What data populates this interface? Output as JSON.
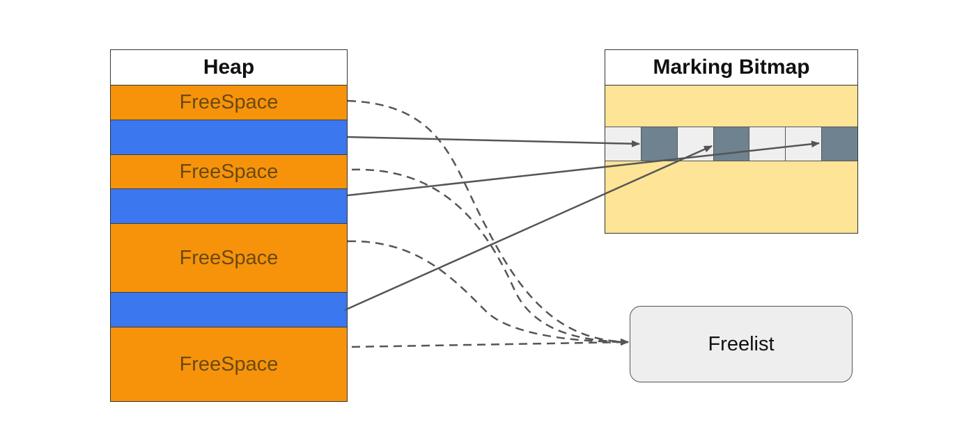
{
  "heap": {
    "title": "Heap",
    "segments": [
      {
        "kind": "free",
        "label": "FreeSpace"
      },
      {
        "kind": "used",
        "label": ""
      },
      {
        "kind": "free",
        "label": "FreeSpace"
      },
      {
        "kind": "used",
        "label": ""
      },
      {
        "kind": "free",
        "label": "FreeSpace"
      },
      {
        "kind": "used",
        "label": ""
      },
      {
        "kind": "free",
        "label": "FreeSpace"
      }
    ]
  },
  "bitmap": {
    "title": "Marking Bitmap",
    "bits": [
      0,
      1,
      0,
      1,
      0,
      0,
      1
    ]
  },
  "freelist": {
    "label": "Freelist"
  },
  "colors": {
    "free": "#f7930b",
    "used": "#3b78f0",
    "bitmap_bg": "#fde496",
    "bit_on": "#6e838f",
    "bit_off": "#efefef",
    "arrow": "#555555"
  }
}
